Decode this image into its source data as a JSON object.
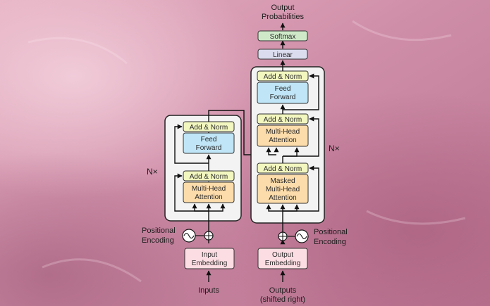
{
  "encoder": {
    "nx": "N×",
    "addnorm_top": "Add & Norm",
    "feed_forward": [
      "Feed",
      "Forward"
    ],
    "addnorm_bottom": "Add & Norm",
    "attention": [
      "Multi-Head",
      "Attention"
    ],
    "positional_encoding": [
      "Positional",
      "Encoding"
    ],
    "embedding": [
      "Input",
      "Embedding"
    ],
    "input_label": "Inputs"
  },
  "decoder": {
    "nx": "N×",
    "addnorm_top": "Add & Norm",
    "feed_forward": [
      "Feed",
      "Forward"
    ],
    "addnorm_mid": "Add & Norm",
    "cross_attention": [
      "Multi-Head",
      "Attention"
    ],
    "addnorm_bottom": "Add & Norm",
    "masked_attention": [
      "Masked",
      "Multi-Head",
      "Attention"
    ],
    "positional_encoding": [
      "Positional",
      "Encoding"
    ],
    "embedding": [
      "Output",
      "Embedding"
    ],
    "output_label": [
      "Outputs",
      "(shifted right)"
    ]
  },
  "head": {
    "linear": "Linear",
    "softmax": "Softmax",
    "output": [
      "Output",
      "Probabilities"
    ]
  },
  "colors": {
    "addnorm": "#f2f6bf",
    "feed_forward": "#bfe5f6",
    "attention": "#fcdcaa",
    "embedding": "#fcdde3",
    "linear": "#dcdcef",
    "softmax": "#cfe9c8",
    "stack_bg": "#f3f3f3"
  }
}
